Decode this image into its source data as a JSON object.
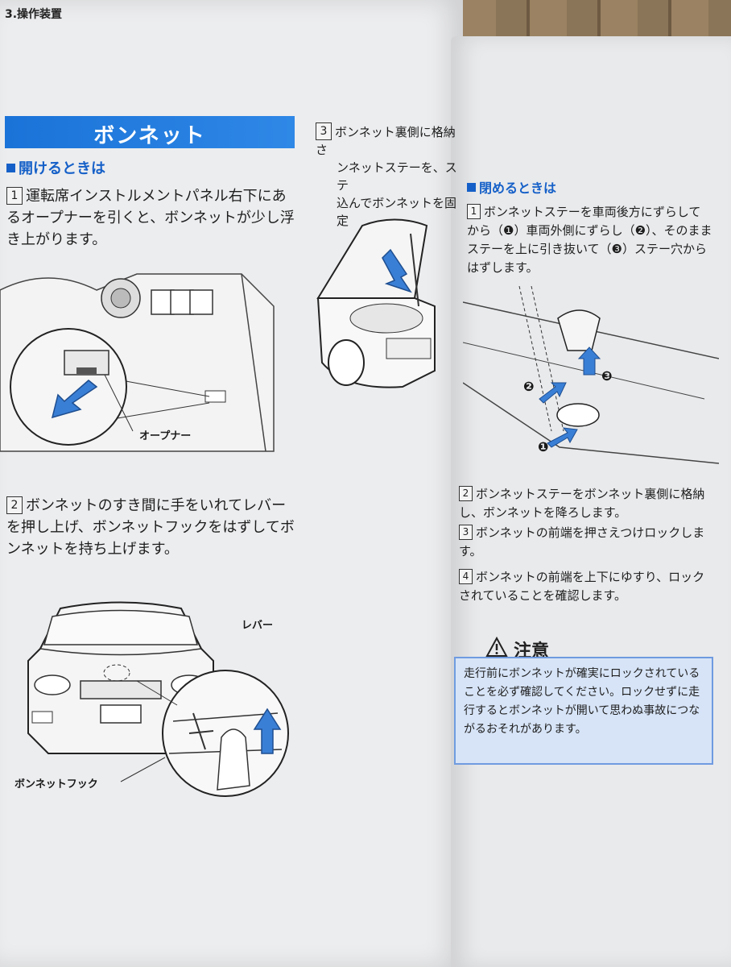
{
  "header": {
    "chapter": "3.操作装置"
  },
  "title": "ボンネット",
  "open": {
    "heading": "開けるときは",
    "step1": {
      "num": "1",
      "text": "運転席インストルメントパネル右下にあるオープナーを引くと、ボンネットが少し浮き上がります。"
    },
    "opener_label": "オープナー",
    "step2": {
      "num": "2",
      "text": "ボンネットのすき間に手をいれてレバーを押し上げ、ボンネットフックをはずしてボンネットを持ち上げます。"
    },
    "lever_label": "レバー",
    "hook_label": "ボンネットフック",
    "step3": {
      "num": "3",
      "line1": "ボンネット裏側に格納さ",
      "line2": "ンネットステーを、ステ",
      "line3": "込んでボンネットを固定"
    }
  },
  "close": {
    "heading": "閉めるときは",
    "step1": {
      "num": "1",
      "text": "ボンネットステーを車両後方にずらしてから（❶）車両外側にずらし（❷）、そのままステーを上に引き抜いて（❸）ステー穴からはずします。"
    },
    "marker1": "❶",
    "marker2": "❷",
    "marker3": "❸",
    "step2": {
      "num": "2",
      "text": "ボンネットステーをボンネット裏側に格納し、ボンネットを降ろします。"
    },
    "step3": {
      "num": "3",
      "text": "ボンネットの前端を押さえつけロックします。"
    },
    "step4": {
      "num": "4",
      "text": "ボンネットの前端を上下にゆすり、ロックされていることを確認します。"
    }
  },
  "caution": {
    "heading": "注意",
    "text": "走行前にボンネットが確実にロックされていることを必ず確認してください。ロックせずに走行するとボンネットが開いて思わぬ事故につながるおそれがあります。"
  },
  "colors": {
    "accent": "#1a73d8",
    "caution_bg": "#d7e4f7",
    "arrow": "#3a7fd6"
  }
}
